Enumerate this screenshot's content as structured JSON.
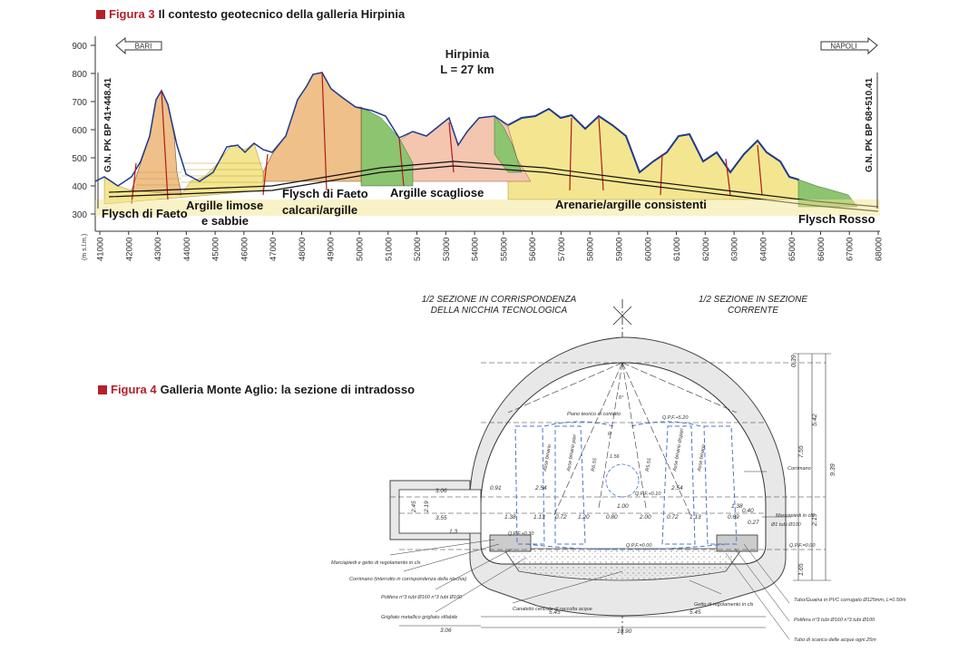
{
  "figure3": {
    "number": "Figura 3",
    "caption": "Il contesto geotecnico della galleria Hirpinia",
    "unit_label": "(m s.l.m.)",
    "y_ticks": [
      "900",
      "800",
      "700",
      "600",
      "500",
      "400",
      "300"
    ],
    "x_ticks": [
      "41000",
      "42000",
      "43000",
      "44000",
      "45000",
      "46000",
      "47000",
      "48000",
      "49000",
      "50000",
      "51000",
      "52000",
      "53000",
      "54000",
      "55000",
      "56000",
      "57000",
      "58000",
      "59000",
      "60000",
      "61000",
      "62000",
      "63000",
      "64000",
      "65000",
      "66000",
      "67000",
      "68000"
    ],
    "arrow_left": "BARI",
    "arrow_right": "NAPOLI",
    "tunnel_name": "Hirpinia",
    "tunnel_length": "L = 27 km",
    "pk_left": "G.N. PK BP 41+448.41",
    "pk_right": "G.N. PK BP 68+510.41",
    "formations": [
      "Flysch di Faeto",
      "Argille limose",
      "e sabbie",
      "Flysch di Faeto",
      "calcari/argille",
      "Argille scagliose",
      "Arenarie/argille consistenti",
      "Flysch Rosso"
    ],
    "colors": {
      "sandy": "#efc08a",
      "green": "#8cc470",
      "yellow": "#f4e690",
      "pink": "#f4c6b0",
      "rock_outline": "#1f3a8a",
      "fault": "#b31a1a"
    }
  },
  "figure4": {
    "number": "Figura 4",
    "caption": "Galleria Monte Aglio: la sezione di intradosso",
    "header_left_1": "1/2 SEZIONE IN CORRISPONDENZA",
    "header_left_2": "DELLA NICCHIA TECNOLOGICA",
    "header_right_1": "1/2 SEZIONE IN SEZIONE",
    "header_right_2": "CORRENTE",
    "dims_right": [
      "0.39",
      "5.42",
      "7.55",
      "9.39",
      "2.19",
      "1.65"
    ],
    "dims_inner": [
      "0.91",
      "2.54",
      "2.54",
      "1.38",
      "1.13",
      "0.72",
      "1.20",
      "0.80",
      "2.00",
      "0.72",
      "1.13",
      "0.69",
      "0.40",
      "1.00",
      "1.38",
      "0.27"
    ],
    "dims_left": [
      "3.06",
      "3.55",
      "2.45",
      "2.19",
      "1.3",
      "3.06"
    ],
    "dims_bottom": [
      "5.45",
      "5.45",
      "10.90"
    ],
    "levels": [
      "Q.P.F.+5.20",
      "Q.P.F.+0.10",
      "Q.P.F.=0.00",
      "Q.P.F.=0.00",
      "Q.P.F.+0.30"
    ],
    "callouts_left": [
      "Marciapiedi e getto di regolamento in cls",
      "Corrimano (interrotto in corrispondenza della nicchia)",
      "Polifera n°3 tubi Ø160 n°3 tubi Ø100",
      "Grigliato metallico grigliato sfilabile",
      "Canaletto centrale di raccolta acque"
    ],
    "callouts_right": [
      "Corrimano",
      "Marciapiedi in cls",
      "Ø1 tubi Ø100",
      "Getto di regolamento in cls",
      "Tubo/Guaina in PVC corrugato Ø125mm, L=0.50m",
      "Polifera n°3 tubi Ø160 n°3 tubi Ø100",
      "Tubo di scarico delle acque ogni 25m"
    ],
    "inner_labels": [
      "Piano teorico di contatto",
      "Asse binario pari",
      "Asse binario dispari",
      "Asse binario",
      "Asse binario",
      "R6.55",
      "R5.55",
      "6°",
      "R",
      "1.56"
    ]
  }
}
